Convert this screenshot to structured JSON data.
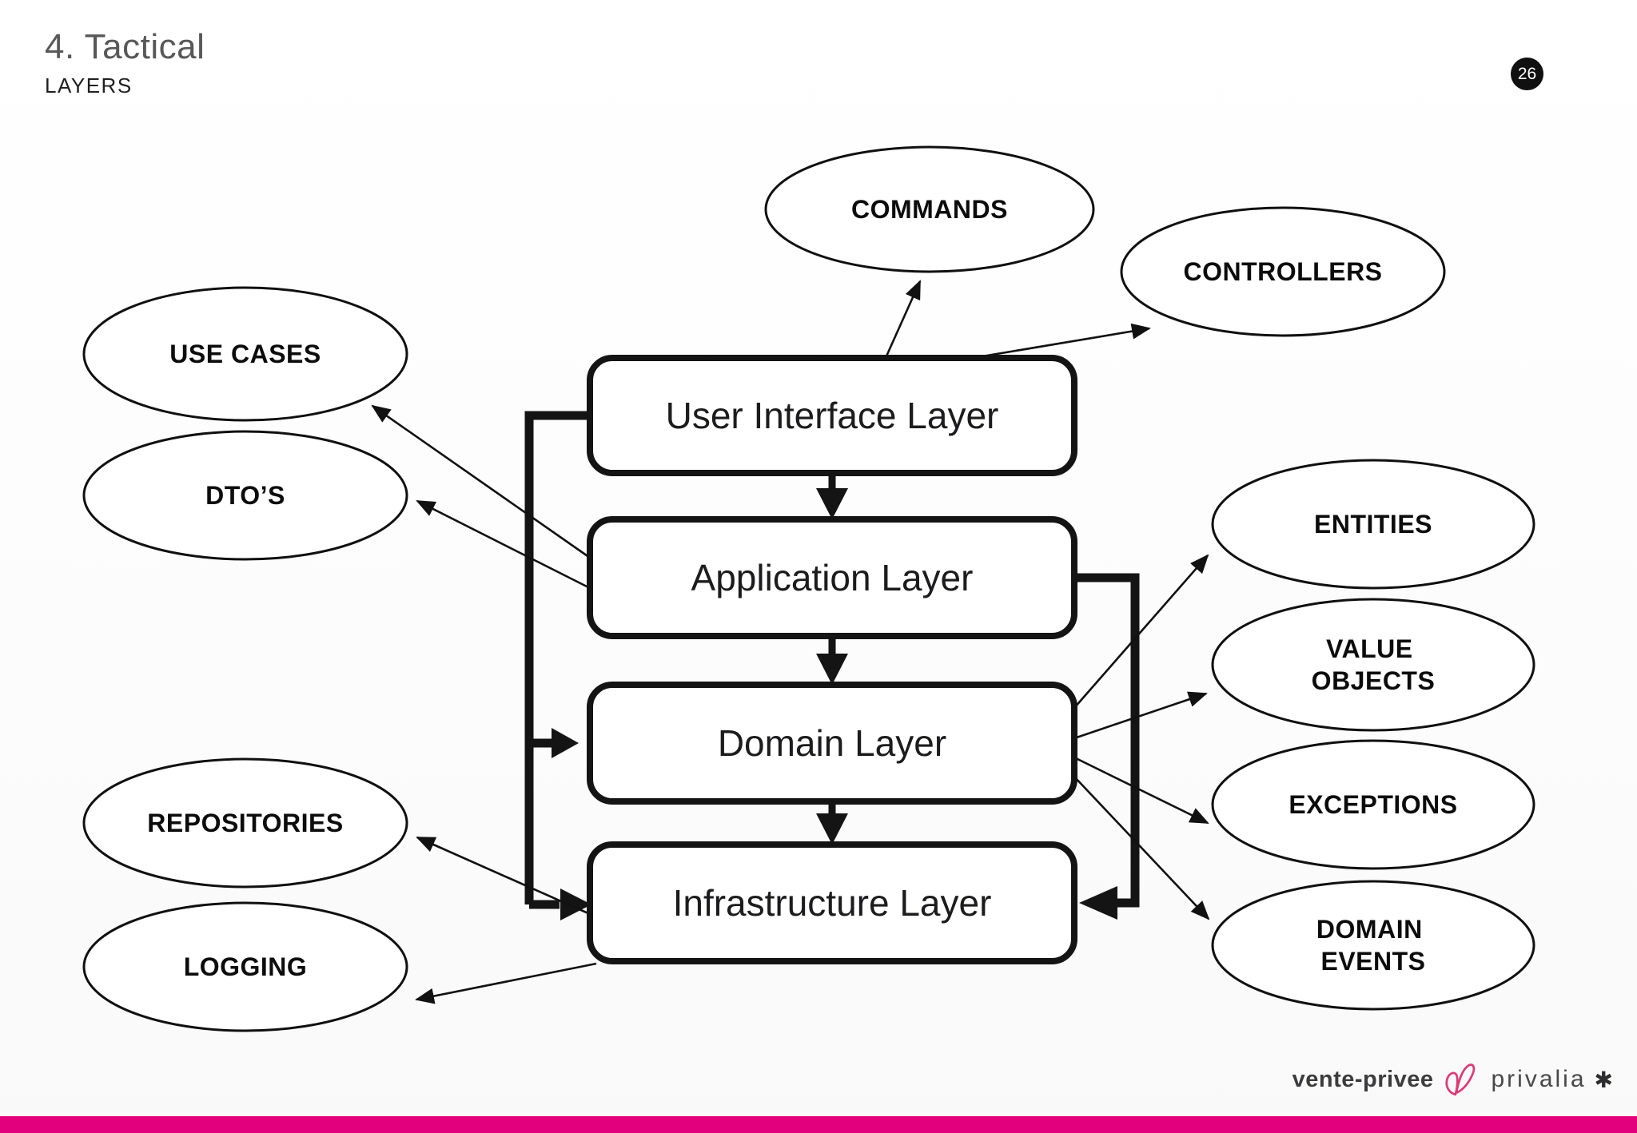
{
  "slide": {
    "title": "4. Tactical",
    "subtitle": "LAYERS",
    "page_number": "26",
    "accent_color": "#E3007D"
  },
  "diagram": {
    "boxes": [
      {
        "label": "User Interface Layer"
      },
      {
        "label": "Application Layer"
      },
      {
        "label": "Domain Layer"
      },
      {
        "label": "Infrastructure Layer"
      }
    ],
    "ellipses": [
      {
        "label": "COMMANDS"
      },
      {
        "label": "CONTROLLERS"
      },
      {
        "label": "USE CASES"
      },
      {
        "label": "DTO’S"
      },
      {
        "label": "ENTITIES"
      },
      {
        "label": "VALUE OBJECTS",
        "lines": [
          "VALUE",
          "OBJECTS"
        ]
      },
      {
        "label": "EXCEPTIONS"
      },
      {
        "label": "DOMAIN EVENTS",
        "lines": [
          "DOMAIN",
          "EVENTS"
        ]
      },
      {
        "label": "REPOSITORIES"
      },
      {
        "label": "LOGGING"
      }
    ],
    "arrows": [
      {
        "from": "User Interface Layer",
        "to": "COMMANDS"
      },
      {
        "from": "User Interface Layer",
        "to": "CONTROLLERS"
      },
      {
        "from": "Application Layer",
        "to": "USE CASES"
      },
      {
        "from": "Application Layer",
        "to": "DTO’S"
      },
      {
        "from": "User Interface Layer",
        "to": "Application Layer"
      },
      {
        "from": "Application Layer",
        "to": "Domain Layer"
      },
      {
        "from": "Domain Layer",
        "to": "Infrastructure Layer"
      },
      {
        "from": "User Interface Layer",
        "to": "Domain Layer"
      },
      {
        "from": "User Interface Layer",
        "to": "Infrastructure Layer"
      },
      {
        "from": "Application Layer",
        "to": "Infrastructure Layer"
      },
      {
        "from": "Domain Layer",
        "to": "ENTITIES"
      },
      {
        "from": "Domain Layer",
        "to": "VALUE OBJECTS"
      },
      {
        "from": "Domain Layer",
        "to": "EXCEPTIONS"
      },
      {
        "from": "Domain Layer",
        "to": "DOMAIN EVENTS"
      },
      {
        "from": "Infrastructure Layer",
        "to": "REPOSITORIES"
      },
      {
        "from": "Infrastructure Layer",
        "to": "LOGGING"
      }
    ]
  },
  "footer": {
    "brand_left": "vente-privee",
    "brand_right": "privalia",
    "asterisk": "✱"
  }
}
